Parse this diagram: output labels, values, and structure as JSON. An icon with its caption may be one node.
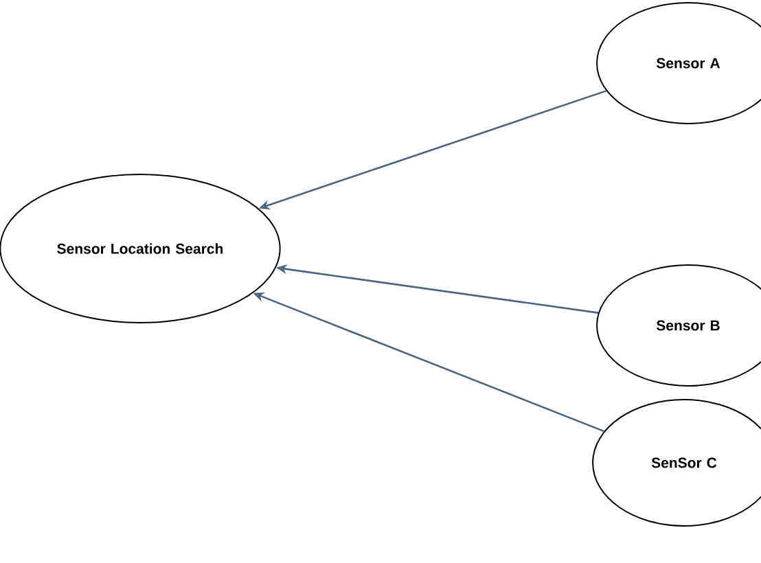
{
  "diagram": {
    "nodes": [
      {
        "text": [
          "Sensor Location Search"
        ]
      },
      {
        "text": [
          "Sensor A"
        ]
      },
      {
        "text": [
          "Sensor B"
        ]
      },
      {
        "text": [
          "SenSor C"
        ]
      }
    ],
    "edges": [
      {
        "from": 1,
        "to": 0,
        "arrow": "to"
      },
      {
        "from": 2,
        "to": 0,
        "arrow": "to"
      },
      {
        "from": 3,
        "to": 0,
        "arrow": "to"
      }
    ]
  }
}
